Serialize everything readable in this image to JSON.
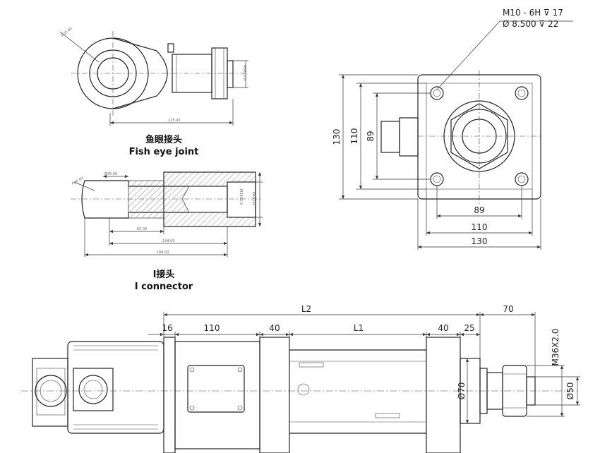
{
  "fish_eye": {
    "caption_cn": "鱼眼接头",
    "caption_en": "Fish eye joint",
    "dim_eye_dia": "Ø35.00",
    "dim_length": "125.00",
    "dim_thread": "M36X2.0"
  },
  "i_connector": {
    "caption_cn": "I接头",
    "caption_en": "I connector",
    "dim_bore": "Ø35.00",
    "dim_chamfer": "R30.00",
    "dim_thread": "M36X2.0",
    "dim_od": "Ø60.00",
    "dim_a": "65.00",
    "dim_b": "144.00",
    "dim_c": "184.00"
  },
  "front_view": {
    "note_line1": "M10 - 6H ⊽ 17",
    "note_line2": "Ø 8.500 ⊽ 22",
    "v130": "130",
    "v110": "110",
    "v89": "89",
    "h89": "89",
    "h110": "110",
    "h130": "130"
  },
  "side_view": {
    "L2": "L2",
    "d70": "70",
    "d16": "16",
    "d110": "110",
    "d40a": "40",
    "L1": "L1",
    "d40b": "40",
    "d25": "25",
    "thread": "M36X2.0",
    "dia70": "Ø70",
    "dia50": "Ø50"
  }
}
